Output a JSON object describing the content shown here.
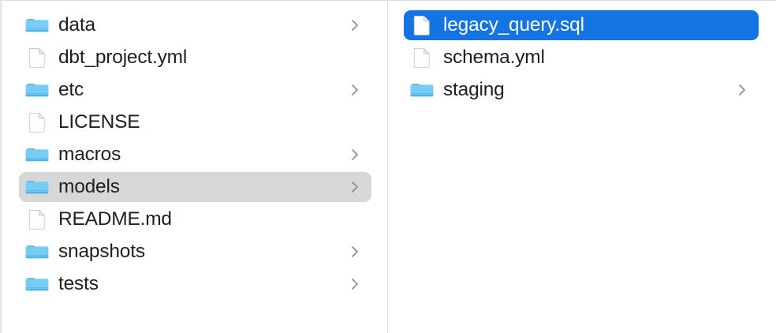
{
  "window": {
    "view": "column-view",
    "divider_color": "#dcdcdc",
    "background": "#ffffff"
  },
  "colors": {
    "selection_active": "#1474e4",
    "selection_inactive": "#d7d7d7",
    "folder_blue": "#6ec6f2",
    "folder_tab_blue": "#3ea7e0",
    "text": "#1f1f1f",
    "text_selected": "#ffffff",
    "chevron": "#8c8c8c"
  },
  "columns": [
    {
      "name": "parent-column",
      "items": [
        {
          "label": "data",
          "kind": "folder",
          "icon": "folder-icon",
          "chevron": true,
          "selected": "none"
        },
        {
          "label": "dbt_project.yml",
          "kind": "file",
          "icon": "document-icon",
          "chevron": false,
          "selected": "none"
        },
        {
          "label": "etc",
          "kind": "folder",
          "icon": "folder-icon",
          "chevron": true,
          "selected": "none"
        },
        {
          "label": "LICENSE",
          "kind": "file",
          "icon": "document-icon",
          "chevron": false,
          "selected": "none"
        },
        {
          "label": "macros",
          "kind": "folder",
          "icon": "folder-icon",
          "chevron": true,
          "selected": "none"
        },
        {
          "label": "models",
          "kind": "folder",
          "icon": "folder-icon",
          "chevron": true,
          "selected": "inactive"
        },
        {
          "label": "README.md",
          "kind": "file",
          "icon": "document-icon",
          "chevron": false,
          "selected": "none"
        },
        {
          "label": "snapshots",
          "kind": "folder",
          "icon": "folder-icon",
          "chevron": true,
          "selected": "none"
        },
        {
          "label": "tests",
          "kind": "folder",
          "icon": "folder-icon",
          "chevron": true,
          "selected": "none"
        }
      ]
    },
    {
      "name": "child-column",
      "items": [
        {
          "label": "legacy_query.sql",
          "kind": "file",
          "icon": "document-icon",
          "chevron": false,
          "selected": "active"
        },
        {
          "label": "schema.yml",
          "kind": "file",
          "icon": "document-icon",
          "chevron": false,
          "selected": "none"
        },
        {
          "label": "staging",
          "kind": "folder",
          "icon": "folder-icon",
          "chevron": true,
          "selected": "none"
        }
      ]
    }
  ]
}
